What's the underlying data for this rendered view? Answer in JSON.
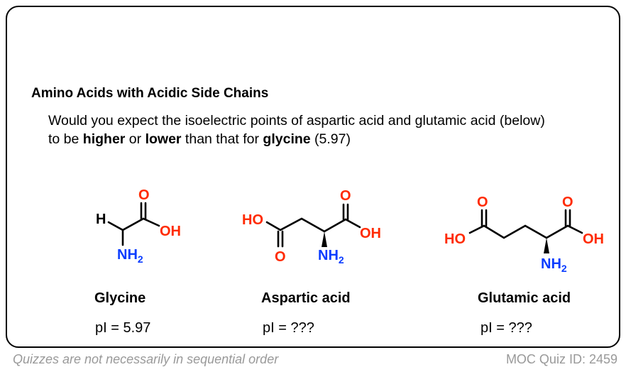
{
  "title": "Amino Acids with Acidic Side Chains",
  "question": {
    "line1": "Would you expect the isoelectric points of aspartic acid and glutamic acid  (below)",
    "line2_pre": "to be ",
    "higher": "higher",
    "or": " or ",
    "lower": "lower",
    "than": " than that for ",
    "glycine": "glycine",
    "value": " (5.97)"
  },
  "molecules": [
    {
      "name": "Glycine",
      "pi": "pI = 5.97"
    },
    {
      "name": "Aspartic acid",
      "pi": "pI =  ???"
    },
    {
      "name": "Glutamic acid",
      "pi": "pI =  ???"
    }
  ],
  "atoms": {
    "h": "H",
    "o": "O",
    "oh": "OH",
    "ho": "HO",
    "n": "NH",
    "sub": "2"
  },
  "colors": {
    "oxygen": "#ff2a00",
    "nitrogen": "#0a3cff",
    "footer": "#999999"
  },
  "footer": {
    "left": "Quizzes are not necessarily in sequential order",
    "right": "MOC Quiz ID: 2459"
  }
}
